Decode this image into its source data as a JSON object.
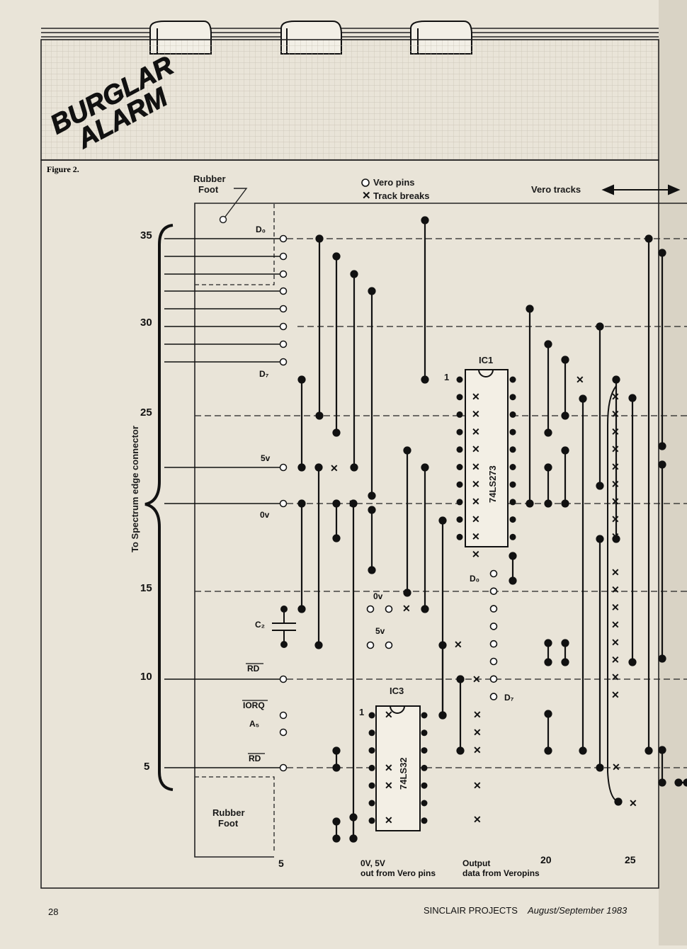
{
  "header": {
    "title_line1": "BURGLAR",
    "title_line2": "ALARM"
  },
  "figure": {
    "caption": "Figure 2.",
    "rubber_foot_top": [
      "Rubber",
      "Foot"
    ],
    "rubber_foot_bottom": [
      "Rubber",
      "Foot"
    ],
    "legend": {
      "vero_pins": "Vero pins",
      "track_breaks": "Track breaks",
      "vero_tracks": "Vero tracks"
    },
    "edge_connector_label": "To Spectrum edge connector",
    "edge_numbers": [
      "35",
      "30",
      "25",
      "15",
      "10",
      "5"
    ],
    "signal_labels": {
      "d0_top": "D₀",
      "d7_top": "D₇",
      "v5": "5v",
      "v0": "0v",
      "c2": "C₂",
      "rd1": "RD",
      "iorq": "IORQ",
      "a5": "A₅",
      "rd2": "RD",
      "ov_pins": "0v",
      "v5_pins": "5v",
      "d0_out": "D₀",
      "d7_out": "D₇"
    },
    "ic1": {
      "name": "IC1",
      "part": "74LS273",
      "pin1": "1"
    },
    "ic3": {
      "name": "IC3",
      "part": "74LS32",
      "pin1": "1"
    },
    "bottom_numbers": [
      "5",
      "20",
      "25"
    ],
    "bottom_notes": {
      "power_out": [
        "0V, 5V",
        "out from Vero pins"
      ],
      "output_data": [
        "Output",
        "data from Veropins"
      ]
    }
  },
  "footer": {
    "page_number": "28",
    "publication": "SINCLAIR PROJECTS",
    "issue": "August/September 1983"
  }
}
